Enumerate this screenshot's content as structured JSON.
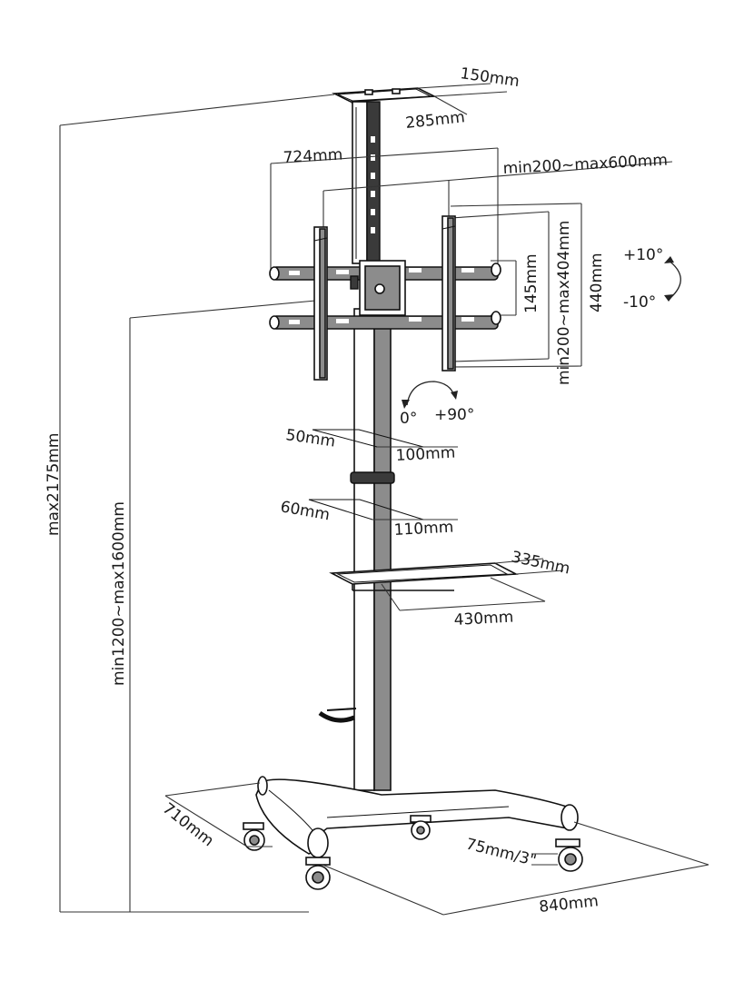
{
  "labels": {
    "top_shelf_depth": "150mm",
    "top_shelf_width": "285mm",
    "arm_width": "724mm",
    "vesa_horizontal": "min200~max600mm",
    "vesa_vertical": "min200~max404mm",
    "bracket_height": "440mm",
    "rail_spacing": "145mm",
    "tilt_up": "+10°",
    "tilt_down": "-10°",
    "rotate_start": "0°",
    "rotate_end": "+90°",
    "clamp1_depth": "50mm",
    "clamp1_width": "100mm",
    "clamp2_depth": "60mm",
    "clamp2_width": "110mm",
    "shelf_depth": "335mm",
    "shelf_width": "430mm",
    "total_height": "max2175mm",
    "adjust_height": "min1200~max1600mm",
    "base_depth": "710mm",
    "caster": "75mm/3\"",
    "base_width": "840mm"
  }
}
